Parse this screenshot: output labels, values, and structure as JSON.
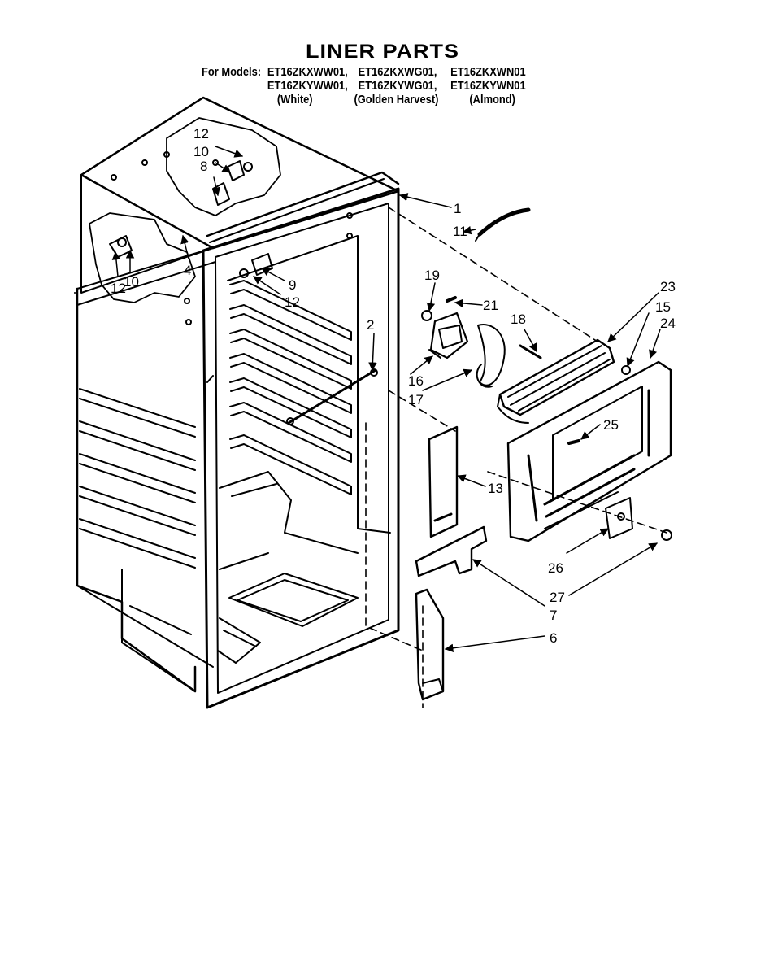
{
  "title": "LINER PARTS",
  "models_prefix": "For Models:",
  "models": [
    [
      "ET16ZKXWW01,",
      "ET16ZKXWG01,",
      "ET16ZKXWN01"
    ],
    [
      "ET16ZKYWW01,",
      "ET16ZKYWG01,",
      "ET16ZKYWN01"
    ]
  ],
  "colors": [
    "(White)",
    "(Golden Harvest)",
    "(Almond)"
  ],
  "callouts": {
    "c1": "1",
    "c2": "2",
    "c4": "4",
    "c6": "6",
    "c7": "7",
    "c8": "8",
    "c9": "9",
    "c10a": "10",
    "c10b": "10",
    "c11": "11",
    "c12a": "12",
    "c12b": "12",
    "c12c": "12",
    "c13": "13",
    "c15": "15",
    "c16": "16",
    "c17": "17",
    "c18": "18",
    "c19": "19",
    "c21": "21",
    "c23": "23",
    "c24": "24",
    "c25": "25",
    "c26": "26",
    "c27": "27"
  },
  "line_color": "#000000"
}
